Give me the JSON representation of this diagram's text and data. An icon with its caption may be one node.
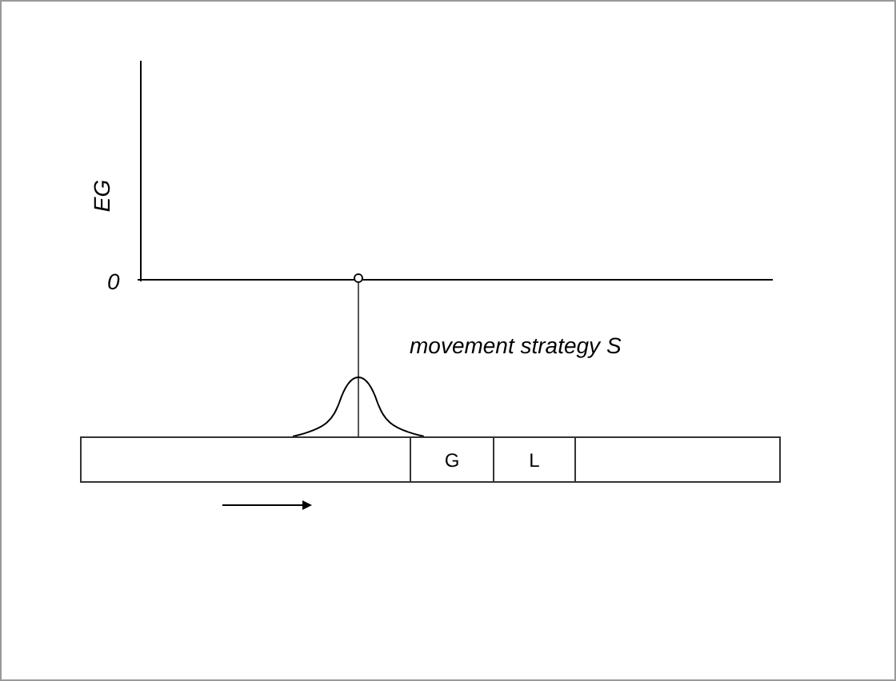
{
  "diagram": {
    "nodes": [
      {
        "text": [],
        "shape": "box"
      },
      {
        "text": [
          "G"
        ]
      },
      {
        "text": [
          "L"
        ]
      },
      {
        "text": [],
        "shape": "box"
      }
    ],
    "edges": [],
    "labels": [
      "EG",
      "0",
      "movement strategy S"
    ]
  }
}
